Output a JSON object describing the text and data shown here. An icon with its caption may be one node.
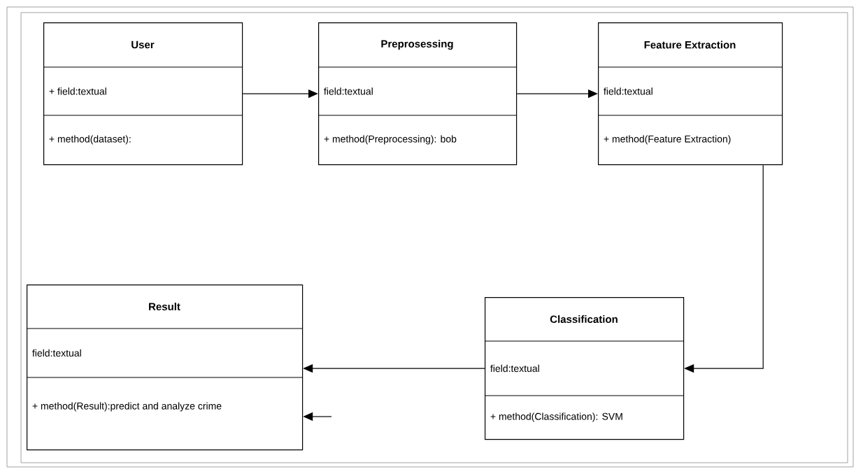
{
  "diagram": {
    "nodes": [
      {
        "text": [
          "User",
          "+ field:textual",
          "+ method(dataset):"
        ]
      },
      {
        "text": [
          "Preprosessing",
          "field:textual",
          "+ method(Preprocessing): bob"
        ]
      },
      {
        "text": [
          "Feature Extraction",
          "field:textual",
          "+ method(Feature Extraction)"
        ]
      },
      {
        "text": [
          "Result",
          "field:textual",
          "+ method(Result):predict and analyze crime"
        ]
      },
      {
        "text": [
          "Classification",
          "field:textual",
          "+ method(Classification): SVM"
        ]
      }
    ],
    "edges": [
      {
        "from": 0,
        "to": 1,
        "arrow": "to"
      },
      {
        "from": 1,
        "to": 2,
        "arrow": "to"
      },
      {
        "from": 2,
        "to": 4,
        "arrow": "to"
      },
      {
        "from": 4,
        "to": 3,
        "arrow": "to"
      },
      {
        "from": null,
        "to": 3,
        "arrow": "to"
      }
    ]
  }
}
